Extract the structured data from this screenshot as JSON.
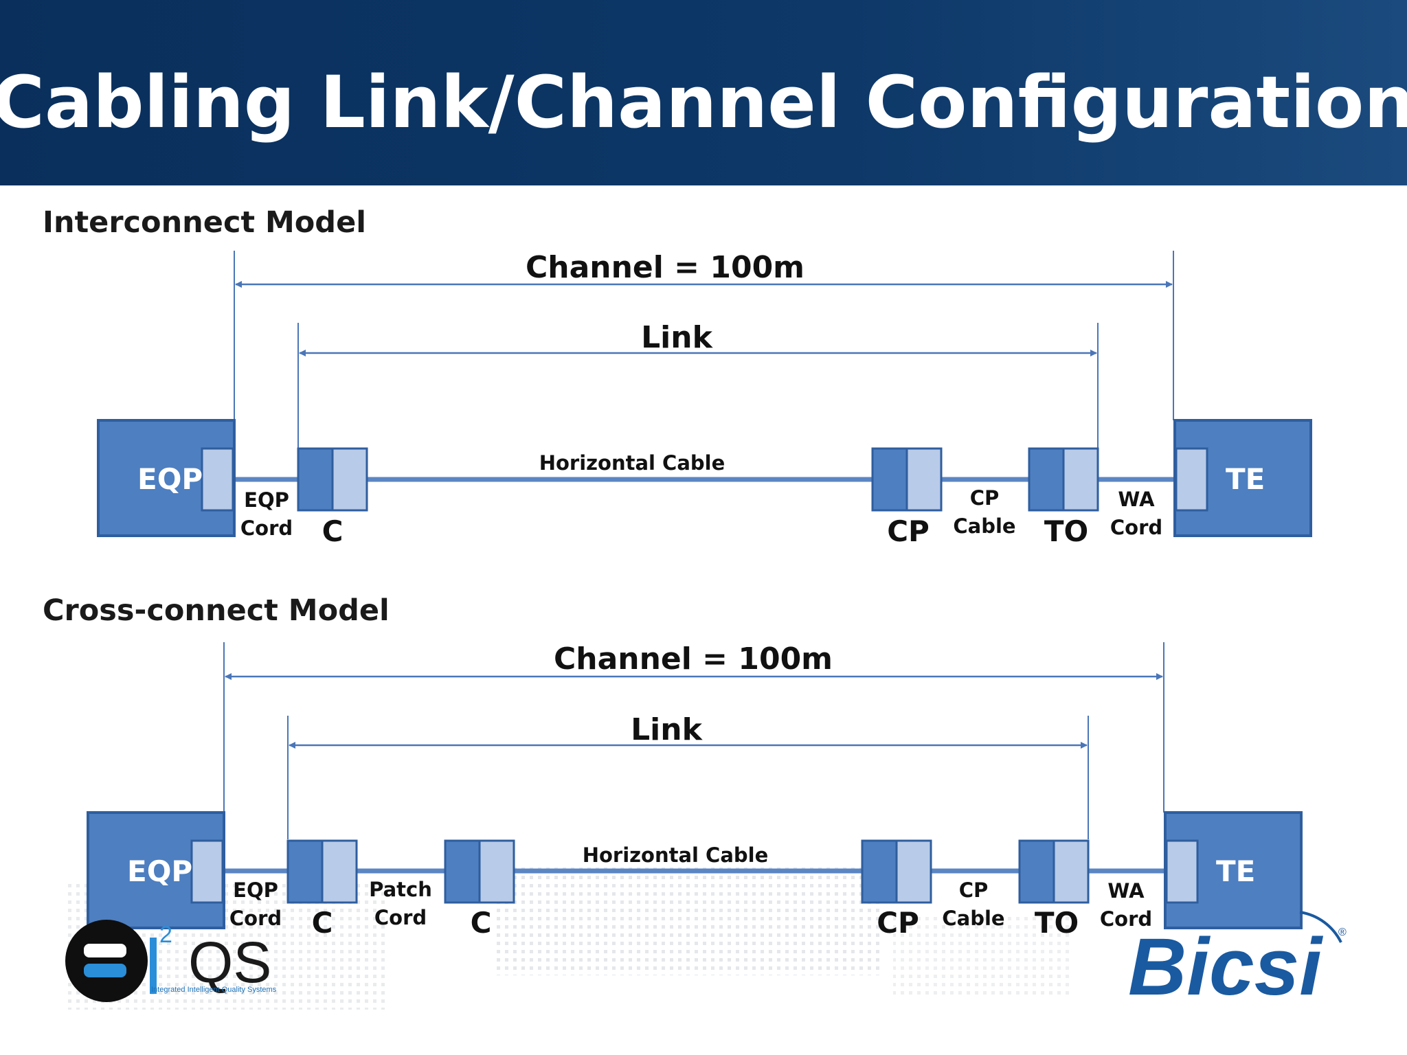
{
  "title": "Cabling Link/Channel Configuration",
  "colors": {
    "header_dark": "#0a2f5c",
    "header_light": "#1b4a7e",
    "box_fill": "#4d7fc1",
    "box_stroke": "#2f5e9e",
    "port_fill": "#b8cbe8",
    "cable": "#5b86c4",
    "dimension_line": "#4a76b8"
  },
  "interconnect": {
    "heading": "Interconnect Model",
    "channel_label": "Channel = 100m",
    "link_label": "Link",
    "eqp": "EQP",
    "te": "TE",
    "eqp_cord_1": "EQP",
    "eqp_cord_2": "Cord",
    "c": "C",
    "horizontal_cable": "Horizontal Cable",
    "cp": "CP",
    "cp_cable_1": "CP",
    "cp_cable_2": "Cable",
    "to": "TO",
    "wa_cord_1": "WA",
    "wa_cord_2": "Cord"
  },
  "crossconnect": {
    "heading": "Cross-connect Model",
    "channel_label": "Channel = 100m",
    "link_label": "Link",
    "eqp": "EQP",
    "te": "TE",
    "eqp_cord_1": "EQP",
    "eqp_cord_2": "Cord",
    "c1": "C",
    "patch_cord_1": "Patch",
    "patch_cord_2": "Cord",
    "c2": "C",
    "horizontal_cable": "Horizontal Cable",
    "cp": "CP",
    "cp_cable_1": "CP",
    "cp_cable_2": "Cable",
    "to": "TO",
    "wa_cord_1": "WA",
    "wa_cord_2": "Cord"
  },
  "logos": {
    "i2qs_main": "QS",
    "i2qs_i": "I",
    "i2qs_sup": "2",
    "i2qs_tagline": "Integrated Intelligent Quality Systems",
    "bicsi": "Bicsi",
    "bicsi_mark": "®"
  }
}
